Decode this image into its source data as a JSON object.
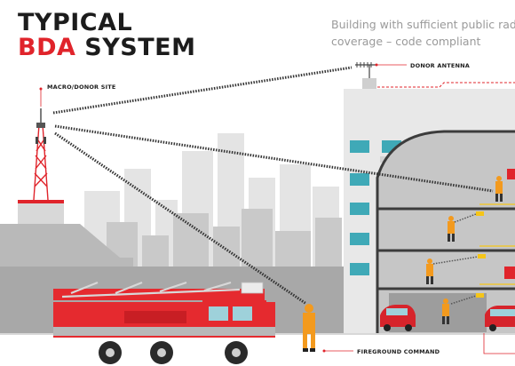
{
  "title": {
    "line1": "TYPICAL",
    "line2_accent": "BDA",
    "line2_rest": " SYSTEM"
  },
  "subtitle": {
    "line1": "Building with sufficient public radio",
    "line2": "coverage – code compliant"
  },
  "labels": {
    "donor_site": "MACRO/DONOR SITE",
    "donor_antenna": "DONOR ANTENNA",
    "fireground": "FIREGROUND COMMAND"
  },
  "colors": {
    "accent_red": "#e0242b",
    "title_dark": "#1c1c1c",
    "city_gray": "#d3d3d3",
    "building_gray": "#e6e6e6",
    "window_teal": "#3fa9b7",
    "firefighter_orange": "#f39a1e"
  },
  "icons": [
    "tower-icon",
    "antenna-icon",
    "fire-truck-icon",
    "firefighter-icon",
    "car-icon",
    "repeater-icon"
  ]
}
